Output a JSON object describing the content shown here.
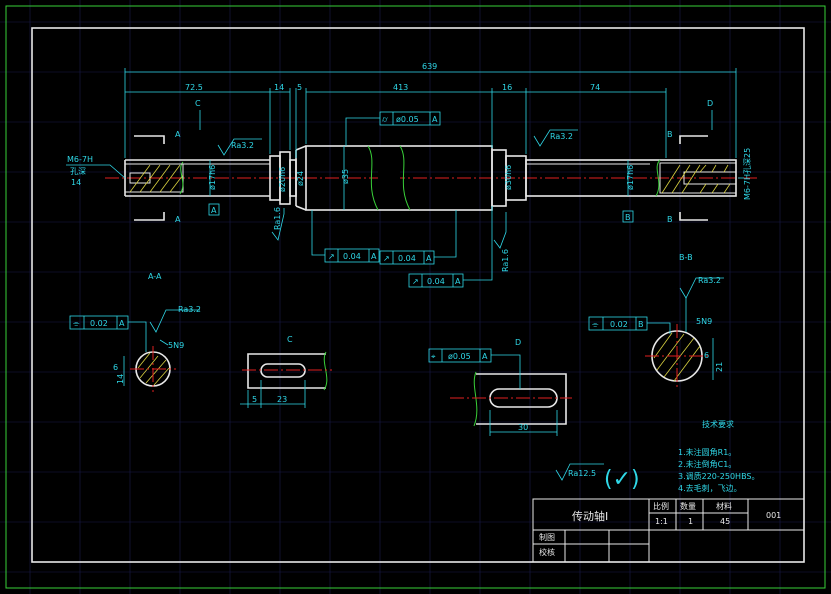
{
  "drawing": {
    "overall_length": "639",
    "dims_top": {
      "left_end": "72.5",
      "shoulder": "14",
      "groove": "5",
      "middle": "413",
      "collar": "16",
      "right_end": "74"
    },
    "left_end_labels": {
      "thread": "M6-7H",
      "depth_label": "孔深",
      "depth": "14"
    },
    "right_end_label": "M6-7H孔深25",
    "diameters": {
      "d1": "ø17h6",
      "d2": "ø20h6",
      "d3": "ø24",
      "d4": "ø35",
      "d5": "ø30h6",
      "d6": "ø17h6"
    },
    "section_letters": {
      "a": "A",
      "b": "B",
      "c": "C",
      "d": "D"
    },
    "roughness": {
      "left": "Ra3.2",
      "right": "Ra3.2",
      "fillet": "Ra1.6",
      "step": "Ra1.6",
      "section_a": "Ra3.2",
      "section_b": "Ra3.2",
      "general": "Ra12.5"
    },
    "tolerances": {
      "cylindricity": {
        "symbol": "⌭",
        "value": "ø0.05",
        "datum": "A"
      },
      "runout_1": {
        "symbol": "↗",
        "value": "0.04",
        "datum": "A"
      },
      "runout_2": {
        "symbol": "↗",
        "value": "0.04",
        "datum": "A"
      },
      "runout_3": {
        "symbol": "↗",
        "value": "0.04",
        "datum": "A"
      }
    },
    "datums": {
      "left": "A",
      "right": "B"
    }
  },
  "section_aa": {
    "title": "A-A",
    "symmetry": {
      "symbol": "⌯",
      "value": "0.02",
      "datum": "A"
    },
    "roughness": "Ra3.2",
    "fit": "5N9",
    "dim_width": "6",
    "dim_depth": "14"
  },
  "section_bb": {
    "title": "B-B",
    "symmetry": {
      "symbol": "⌯",
      "value": "0.02",
      "datum": "B"
    },
    "roughness": "Ra3.2",
    "fit": "5N9",
    "dim_width": "6",
    "dim_depth": "21"
  },
  "view_c": {
    "title": "C",
    "dim_a": "5",
    "dim_b": "23"
  },
  "view_d": {
    "title": "D",
    "position": {
      "symbol": "⌖",
      "value": "ø0.05",
      "datum": "A"
    },
    "dim_len": "30"
  },
  "tech_req": {
    "title": "技术要求",
    "items": [
      "1.未注圆角R1。",
      "2.未注倒角C1。",
      "3.调质220-250HBS。",
      "4.去毛刺，飞边。"
    ]
  },
  "general_roughness_mark": "(✓)",
  "title_block": {
    "part_name": "传动轴I",
    "col_scale": "比例",
    "col_qty": "数量",
    "col_material": "材料",
    "scale": "1:1",
    "qty": "1",
    "material": "45",
    "drawing_no": "001",
    "drawn_by": "制图",
    "checked_by": "校核"
  }
}
